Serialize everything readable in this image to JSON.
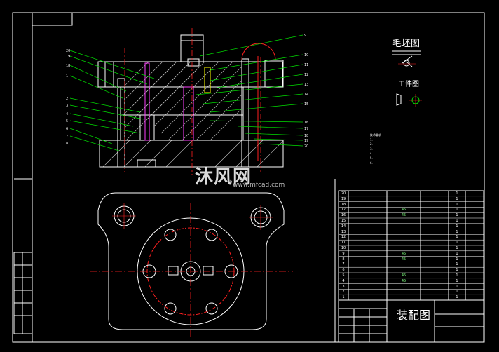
{
  "drawing": {
    "title_blank": "毛坯图",
    "title_workpiece": "工件图",
    "title_assembly": "装配图"
  },
  "notes": {
    "heading": "技术要求",
    "lines": [
      "1.",
      "2.",
      "3.",
      "4.",
      "5.",
      "6."
    ]
  },
  "watermark": {
    "brand": "沐风网",
    "url": "www.mfcad.com"
  },
  "bom": {
    "rows": [
      {
        "no": "20",
        "material": "",
        "qty": "1"
      },
      {
        "no": "19",
        "material": "",
        "qty": "1"
      },
      {
        "no": "18",
        "material": "",
        "qty": "1"
      },
      {
        "no": "17",
        "material": "45",
        "qty": "1"
      },
      {
        "no": "16",
        "material": "45",
        "qty": "1"
      },
      {
        "no": "15",
        "material": "",
        "qty": "1"
      },
      {
        "no": "14",
        "material": "",
        "qty": "1"
      },
      {
        "no": "13",
        "material": "",
        "qty": "1"
      },
      {
        "no": "12",
        "material": "",
        "qty": "1"
      },
      {
        "no": "11",
        "material": "",
        "qty": "1"
      },
      {
        "no": "10",
        "material": "",
        "qty": "1"
      },
      {
        "no": "9",
        "material": "45",
        "qty": "1"
      },
      {
        "no": "8",
        "material": "45",
        "qty": "1"
      },
      {
        "no": "7",
        "material": "",
        "qty": "1"
      },
      {
        "no": "6",
        "material": "",
        "qty": "1"
      },
      {
        "no": "5",
        "material": "45",
        "qty": "1"
      },
      {
        "no": "4",
        "material": "45",
        "qty": "1"
      },
      {
        "no": "3",
        "material": "",
        "qty": "1"
      },
      {
        "no": "2",
        "material": "",
        "qty": "1"
      },
      {
        "no": "1",
        "material": "",
        "qty": "1"
      }
    ]
  },
  "balloons_left": [
    "20",
    "19",
    "18",
    "1",
    "2",
    "3",
    "4",
    "5",
    "6",
    "7",
    "8"
  ],
  "balloons_right": [
    "9",
    "10",
    "11",
    "12",
    "13",
    "14",
    "15",
    "16",
    "17",
    "18",
    "19",
    "20"
  ],
  "colors": {
    "frame": "#ffffff",
    "section": "#ffffff",
    "hatch": "#ff3b3b",
    "centerline": "#ff2020",
    "leader": "#00e000",
    "magenta": "#ff40ff",
    "yellow": "#ffff00"
  }
}
